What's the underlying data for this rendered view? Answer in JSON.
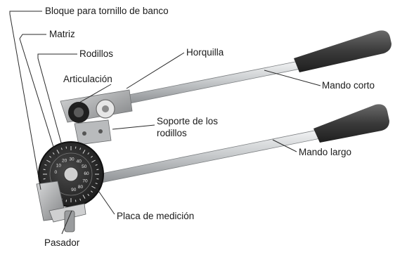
{
  "labels": {
    "bloque": "Bloque para tornillo de banco",
    "matriz": "Matriz",
    "rodillos": "Rodillos",
    "horquilla": "Horquilla",
    "articulacion": "Articulación",
    "mando_corto": "Mando corto",
    "soporte_line1": "Soporte de los",
    "soporte_line2": "rodillos",
    "mando_largo": "Mando largo",
    "placa": "Placa de medición",
    "pasador": "Pasador"
  },
  "dial_marks": [
    "0",
    "10",
    "20",
    "30",
    "40",
    "50",
    "60",
    "70",
    "80",
    "90"
  ],
  "colors": {
    "label_text": "#1a1a1a",
    "leader_line": "#2a2a2a",
    "handle_steel": "#c9ccce",
    "grip": "#3a3a3a",
    "dial_face": "#2b2b2b",
    "body_metal": "#a7a9ab"
  }
}
